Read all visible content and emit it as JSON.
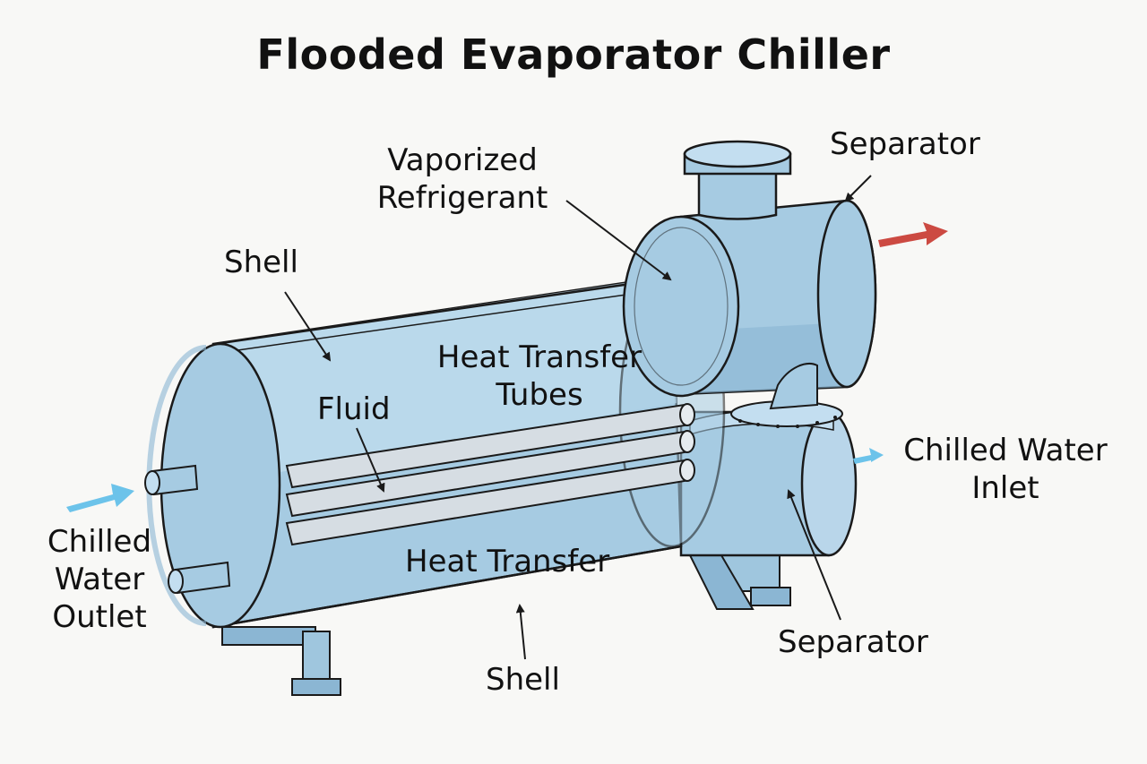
{
  "title": "Flooded Evaporator Chiller",
  "labels": {
    "vaporized_refrigerant": [
      "Vaporized",
      "Refrigerant"
    ],
    "separator_top": "Separator",
    "shell_top": "Shell",
    "heat_transfer_tubes": [
      "Heat Transfer",
      "Tubes"
    ],
    "fluid": "Fluid",
    "chilled_water_inlet": [
      "Chilled Water",
      "Inlet"
    ],
    "chilled_water_outlet": [
      "Chilled",
      "Water",
      "Outlet"
    ],
    "heat_transfer": "Heat Transfer",
    "shell_bottom": "Shell",
    "separator_bottom": "Separator"
  },
  "colors": {
    "background": "#f8f8f6",
    "shell_fill": "#a6cbe2",
    "shell_light": "#c3def0",
    "shell_dark": "#8bb6d3",
    "outline": "#1a1a1a",
    "tube": "#d6dde3",
    "arrow_out_red": "#cc4a42",
    "arrow_in_blue": "#6cc3ea"
  }
}
